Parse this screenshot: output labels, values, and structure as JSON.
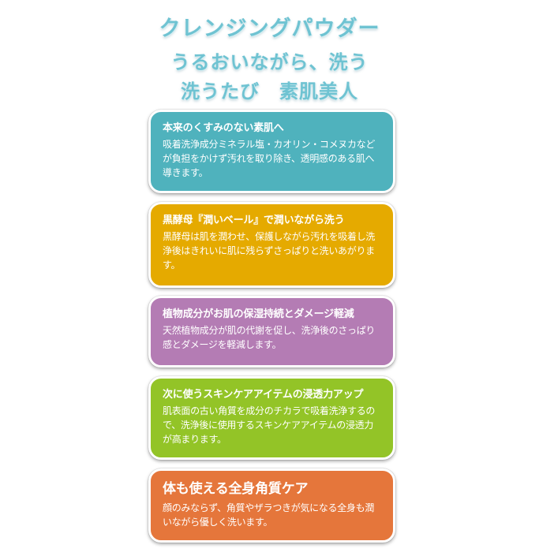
{
  "header": {
    "line1": "クレンジングパウダー",
    "line2": "うるおいながら、洗う",
    "line3": "洗うたび　素肌美人",
    "color": "#6fc3d2"
  },
  "cards": [
    {
      "title": "本来のくすみのない素肌へ",
      "body": "吸着洗浄成分ミネラル塩・カオリン・コメヌカなどが負担をかけず汚れを取り除き、透明感のある肌へ導きます。",
      "color": "#4fb2bd"
    },
    {
      "title": "黒酵母『潤いベール』で潤いながら洗う",
      "body": "黒酵母は肌を潤わせ、保護しながら汚れを吸着し洗浄後はきれいに肌に残らずさっぱりと洗いあがります。",
      "color": "#e5aa00"
    },
    {
      "title": "植物成分がお肌の保湿持続とダメージ軽減",
      "body": "天然植物成分が肌の代謝を促し、洗浄後のさっぱり感とダメージを軽減します。",
      "color": "#b47cb4"
    },
    {
      "title": "次に使うスキンケアアイテムの浸透力アップ",
      "body": "肌表面の古い角質を成分のチカラで吸着洗浄するので、洗浄後に使用するスキンケアアイテムの浸透力が高まります。",
      "color": "#93c427"
    },
    {
      "title": "体も使える全身角質ケア",
      "body": "顔のみならず、角質やザラつきが気になる全身も潤いながら優しく洗います。",
      "color": "#e5763b"
    }
  ]
}
